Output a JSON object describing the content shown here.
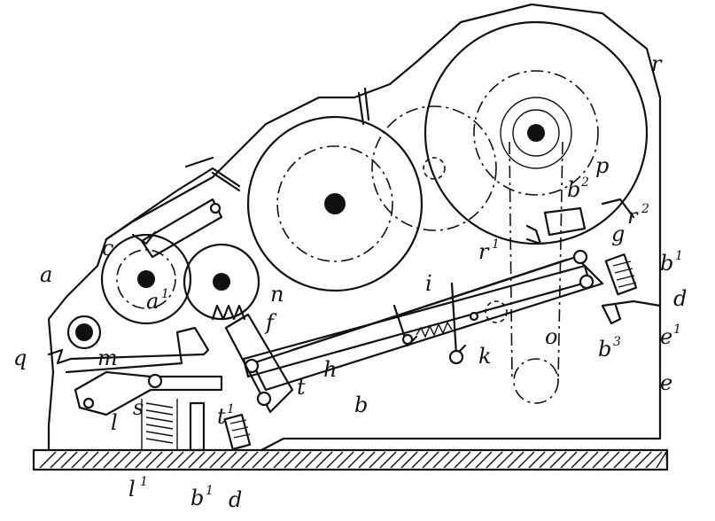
{
  "labels": {
    "a": "a",
    "a1": "a",
    "a1_sup": "1",
    "b": "b",
    "b1": "b",
    "b1_sup": "1",
    "b1_lower": "b",
    "b1_lower_sup": "1",
    "b2": "b",
    "b2_sup": "2",
    "b3": "b",
    "b3_sup": "3",
    "c": "c",
    "d": "d",
    "d_lower": "d",
    "e": "e",
    "e1": "e",
    "e1_sup": "1",
    "f": "f",
    "g": "g",
    "h": "h",
    "i": "i",
    "k": "k",
    "l": "l",
    "l1": "l",
    "l1_sup": "1",
    "m": "m",
    "n": "n",
    "o": "o",
    "p": "p",
    "q": "q",
    "r": "r",
    "r1": "r",
    "r1_sup": "1",
    "r2": "r",
    "r2_sup": "2",
    "s": "s",
    "t": "t",
    "t1": "t",
    "t1_sup": "1"
  }
}
